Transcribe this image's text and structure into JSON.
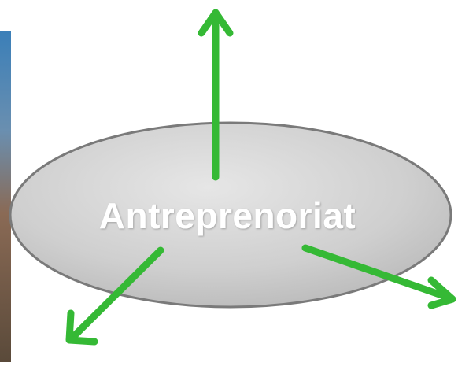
{
  "diagram": {
    "center_label": "Antreprenoriat",
    "colors": {
      "ellipse_fill_light": "#e6e6e6",
      "ellipse_fill_dark": "#b5b5b5",
      "ellipse_stroke": "#7a7a7a",
      "arrow": "#35b935",
      "label_text": "#ffffff",
      "edge_strip_top": "#3b7fb8",
      "edge_strip_bottom": "#5a4a3a"
    },
    "arrows": [
      {
        "name": "up-arrow",
        "direction": "up"
      },
      {
        "name": "down-left-arrow",
        "direction": "down-left"
      },
      {
        "name": "down-right-arrow",
        "direction": "down-right"
      }
    ]
  }
}
